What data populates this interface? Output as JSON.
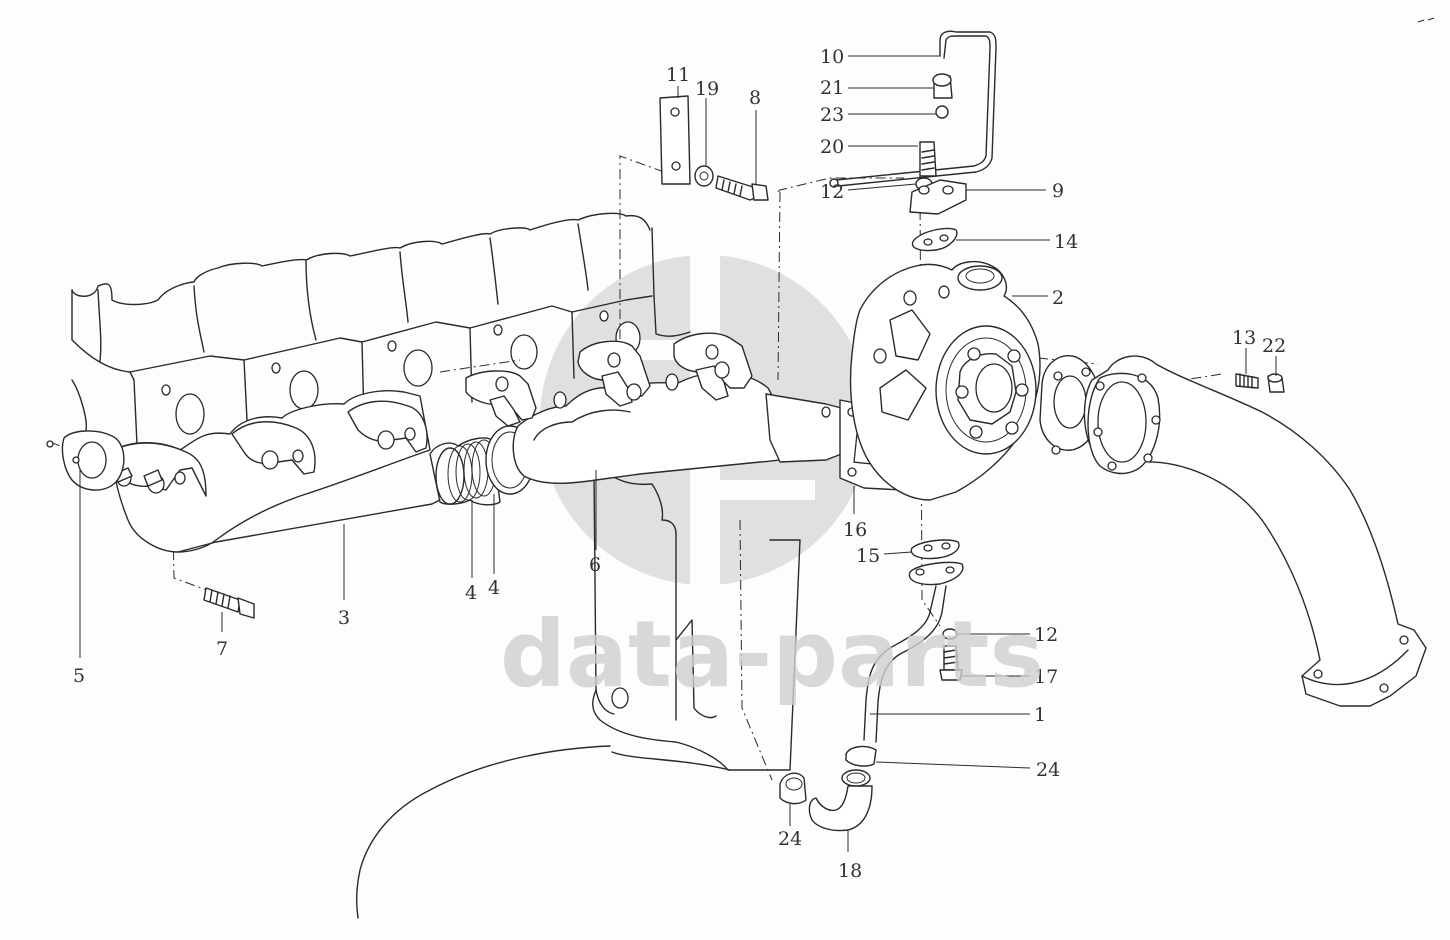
{
  "watermark": {
    "text": "data-parts",
    "color": "#cfcfcf"
  },
  "callouts": [
    "10",
    "21",
    "23",
    "20",
    "12",
    "9",
    "14",
    "2",
    "11",
    "19",
    "8",
    "13",
    "22",
    "16",
    "15",
    "12",
    "17",
    "1",
    "24",
    "24",
    "18",
    "5",
    "7",
    "3",
    "4",
    "4",
    "6"
  ],
  "colors": {
    "background": "#fdfdfb",
    "line": "#2a2a2a",
    "text": "#333333"
  }
}
